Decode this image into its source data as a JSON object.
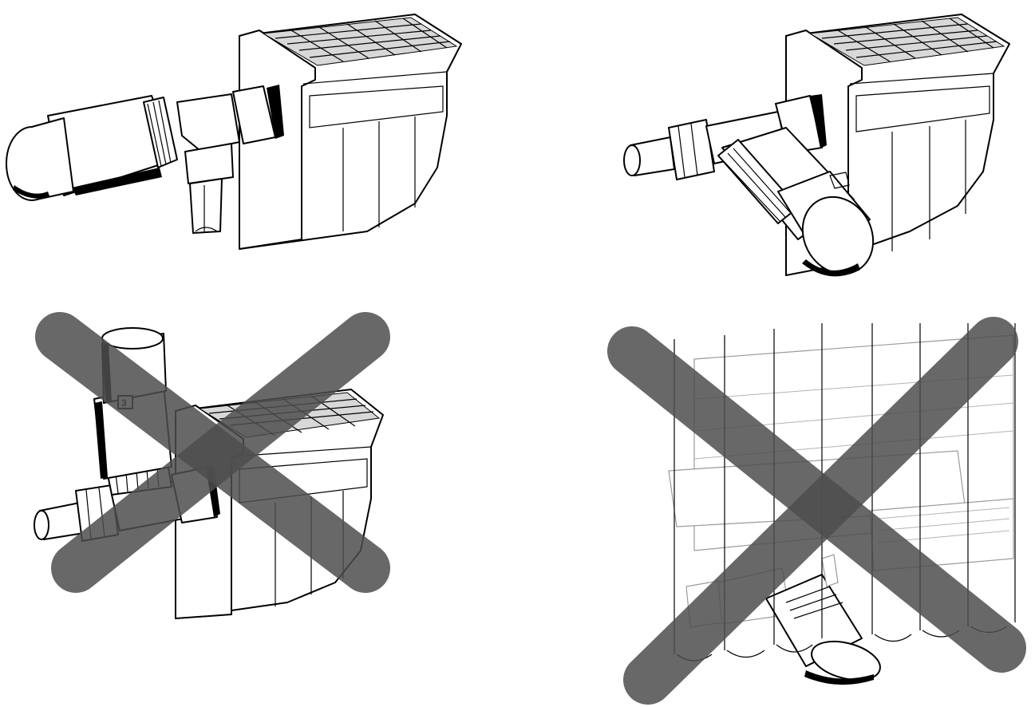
{
  "panels": [
    {
      "id": "horizontal-mount-side",
      "crossed": false
    },
    {
      "id": "horizontal-mount-angled",
      "crossed": false
    },
    {
      "id": "vertical-mount",
      "crossed": true,
      "dial_marking": "3"
    },
    {
      "id": "covered-by-panel",
      "crossed": true
    }
  ],
  "colors": {
    "cross": "#4d4d4d",
    "line": "#000000",
    "background": "#ffffff"
  },
  "cross_opacity": 0.85
}
